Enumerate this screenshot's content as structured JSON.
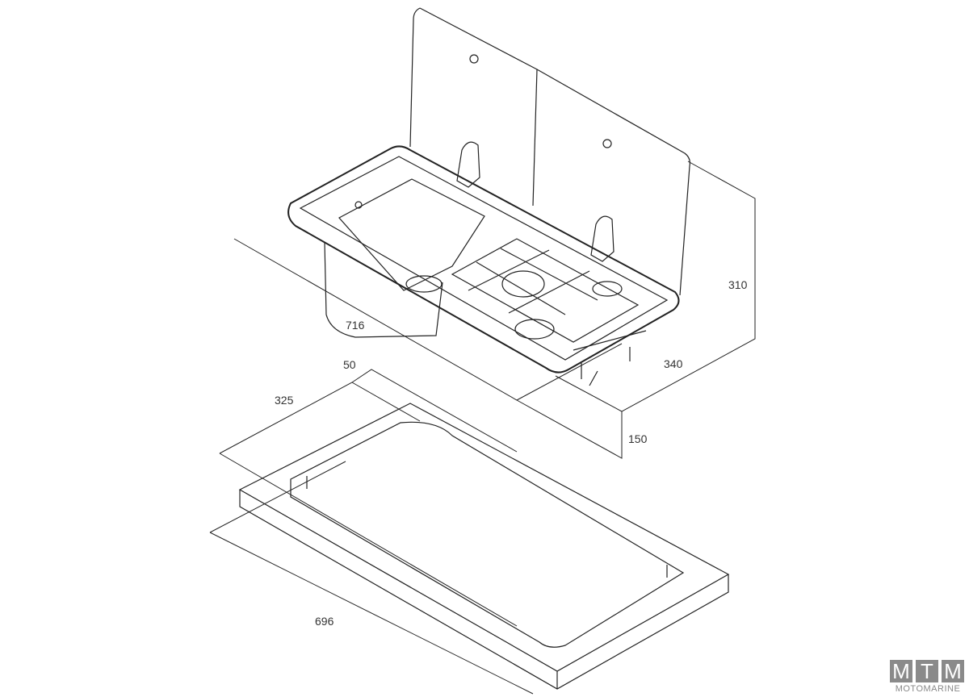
{
  "dimensions": {
    "width_716": "716",
    "depth_340": "340",
    "lid_height_310": "310",
    "depth_below_150": "150",
    "border_50": "50",
    "cutout_325": "325",
    "cutout_696": "696"
  },
  "logo": {
    "letters": [
      "M",
      "T",
      "M"
    ],
    "word": "MOTOMARINE",
    "color": "#8a8a8a"
  }
}
